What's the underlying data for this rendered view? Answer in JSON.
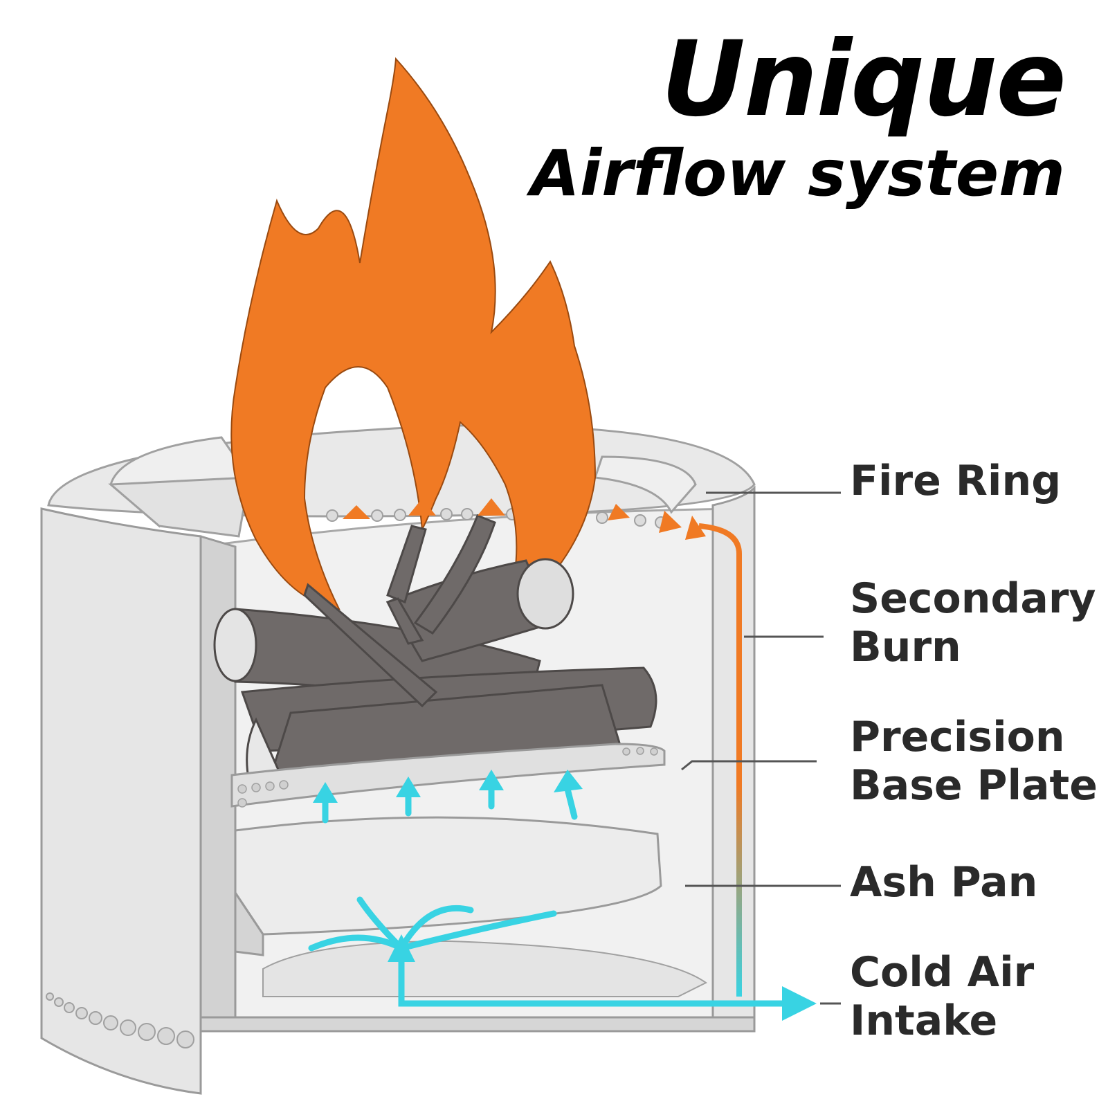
{
  "title": {
    "line1": "Unique",
    "line2": "Airflow system"
  },
  "labels": {
    "fire_ring": "Fire Ring",
    "secondary_burn": [
      "Secondary",
      "Burn"
    ],
    "base_plate": [
      "Precision",
      "Base Plate"
    ],
    "ash_pan": "Ash Pan",
    "cold_air": [
      "Cold Air",
      "Intake"
    ]
  },
  "colors": {
    "flame": "#f07a24",
    "cold_air": "#38d3e3",
    "hot_air": "#f07a24",
    "steel": "#e4e4e4",
    "steel_edge": "#9a9a9a",
    "logs": "#6f6a69",
    "leader": "#555555"
  }
}
